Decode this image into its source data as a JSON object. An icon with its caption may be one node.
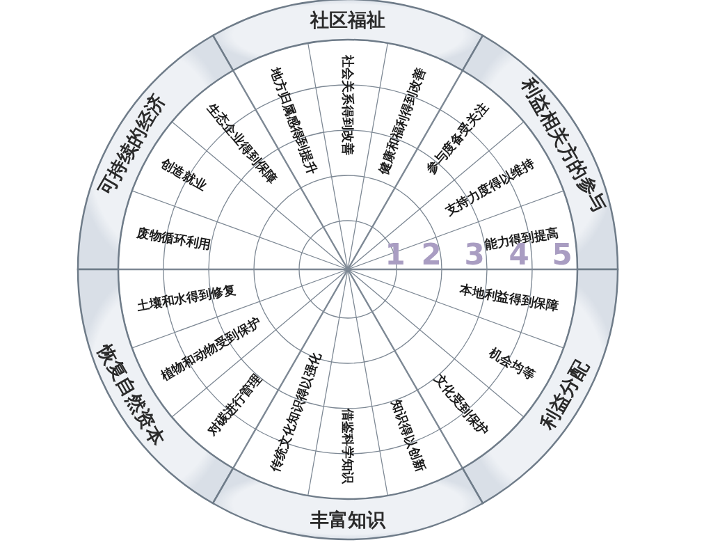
{
  "diagram": {
    "nodes": [
      {
        "text": [
          "社区福祉"
        ]
      },
      {
        "text": [
          "可持续的经济"
        ]
      },
      {
        "text": [
          "利益相关方的参与"
        ]
      },
      {
        "text": [
          "恢复自然资本"
        ]
      },
      {
        "text": [
          "利益分配"
        ]
      },
      {
        "text": [
          "丰富知识"
        ]
      }
    ],
    "labels": [
      "地方归属感得到提升",
      "社会关系得到改善",
      "健康和福利得到改善",
      "参与度备受关注",
      "支持力度得以维持",
      "能力得到提高",
      "1",
      "2",
      "3",
      "4",
      "5",
      "本地利益得到保障",
      "机会均等",
      "文化受到保护",
      "传统文化知识得以强化",
      "借鉴科学知识",
      "知识得以创新",
      "对碳进行管理",
      "植物和动物受到保护",
      "土壤和水得到修复",
      "废物循环利用",
      "创造就业",
      "生态企业得到保障"
    ]
  }
}
